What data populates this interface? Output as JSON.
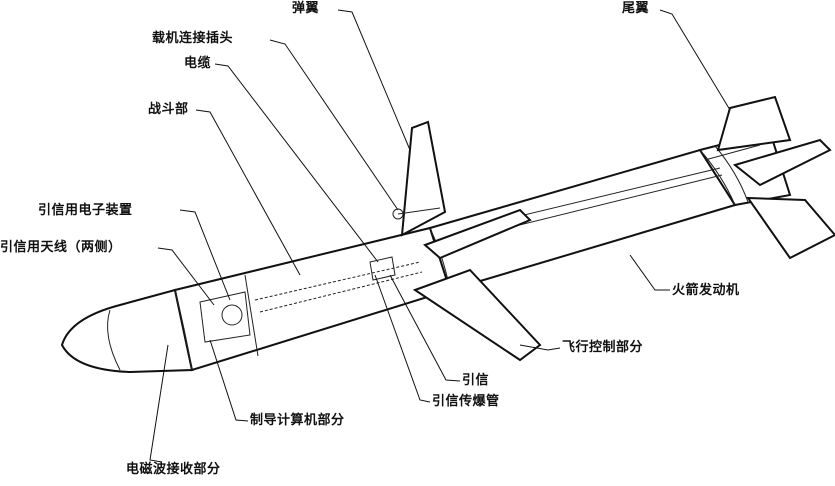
{
  "labels": {
    "wing": "弹翼",
    "tail": "尾翼",
    "connector": "载机连接插头",
    "cable": "电缆",
    "warhead": "战斗部",
    "fuze_electronics": "引信用电子装置",
    "fuze_antenna": "引信用天线（两侧）",
    "rocket_motor": "火箭发动机",
    "flight_control": "飞行控制部分",
    "fuze": "引信",
    "fuze_conduit": "引信传爆管",
    "guidance_computer": "制导计算机部分",
    "em_receiver": "电磁波接收部分"
  }
}
